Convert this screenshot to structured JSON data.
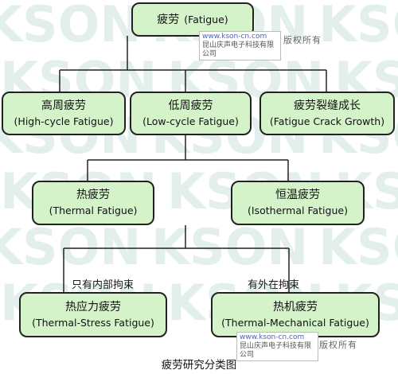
{
  "watermark": {
    "text": "KSON"
  },
  "nodes": {
    "root": {
      "cn": "疲劳",
      "en": "(Fatigue)"
    },
    "high_cycle": {
      "cn": "高周疲劳",
      "en": "(High-cycle Fatigue)"
    },
    "low_cycle": {
      "cn": "低周疲劳",
      "en": "(Low-cycle Fatigue)"
    },
    "crack_growth": {
      "cn": "疲劳裂缝成长",
      "en": "(Fatigue Crack Growth)"
    },
    "thermal": {
      "cn": "热疲劳",
      "en": "(Thermal Fatigue)"
    },
    "isothermal": {
      "cn": "恒温疲劳",
      "en": "(Isothermal Fatigue)"
    },
    "thermal_stress": {
      "cn": "热应力疲劳",
      "en": "(Thermal-Stress Fatigue)"
    },
    "thermal_mechanical": {
      "cn": "热机疲劳",
      "en": "(Thermal-Mechanical Fatigue)"
    }
  },
  "edge_labels": {
    "internal": "只有内部拘束",
    "external": "有外在拘束"
  },
  "stamps": {
    "url": "www.kson-cn.com",
    "company": "昆山庆声电子科技有限公司",
    "mark": "版权所有"
  },
  "caption": "疲劳研究分类图",
  "colors": {
    "node_fill": "#d4f3c9",
    "node_border": "#222222",
    "watermark": "#c3dcd6"
  }
}
